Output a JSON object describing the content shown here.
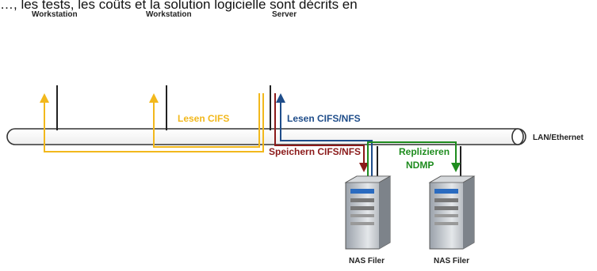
{
  "caption": "…, les tests, les coûts et la solution logicielle sont décrits en",
  "nodes": {
    "workstation_1": "Workstation",
    "workstation_2": "Workstation",
    "server": "Server",
    "nas_1": "NAS Filer",
    "nas_2": "NAS Filer"
  },
  "network": {
    "label": "LAN/Ethernet"
  },
  "flows": {
    "read_cifs": "Lesen CIFS",
    "read_cifs_nfs": "Lesen CIFS/NFS",
    "store_cifs_nfs": "Speichern CIFS/NFS",
    "replicate_line1": "Replizieren",
    "replicate_line2": "NDMP"
  },
  "colors": {
    "read_cifs": "#f2b81c",
    "read_cifs_nfs": "#1f4d8a",
    "store_cifs_nfs": "#8b1a1a",
    "replicate": "#1e8c1e",
    "network_cable": "#333333"
  }
}
